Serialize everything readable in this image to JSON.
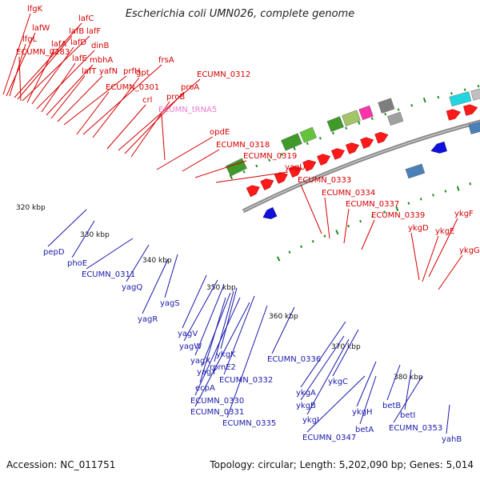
{
  "title": "Escherichia coli UMN026, complete genome",
  "footer": {
    "accession": "Accession: NC_011751",
    "summary": "Topology: circular; Length: 5,202,090 bp; Genes: 5,014"
  },
  "colors": {
    "forward_label": "#d40000",
    "reverse_label": "#1a1aaa",
    "rna_label": "#e87ad0",
    "forward_gene": "#ff1a1a",
    "reverse_gene": "#1010dd",
    "tick_mark": "#1f8c1f",
    "backbone": "#8a8a8a"
  },
  "scale_labels": [
    "320 kbp",
    "330 kbp",
    "340 kbp",
    "350 kbp",
    "360 kbp",
    "370 kbp",
    "380 kbp"
  ],
  "forward_labels": [
    "lfgK",
    "lafW",
    "lafC",
    "lfgL",
    "lafB",
    "lafF",
    "ECUMN_0283",
    "lafA",
    "lafD",
    "dinB",
    "lafE",
    "mbhA",
    "lafT",
    "yafN",
    "prfH",
    "frsA",
    "gpt",
    "ECUMN_0312",
    "ECUMN_0301",
    "proA",
    "crl",
    "proB",
    "ECUMN_tRNA5",
    "opdE",
    "ECUMN_0318",
    "ECUMN_0319",
    "yagU",
    "ECUMN_0333",
    "ECUMN_0334",
    "ECUMN_0337",
    "ECUMN_0339",
    "ykgF",
    "ykgD",
    "ykgE",
    "ykgG"
  ],
  "reverse_labels": [
    "pepD",
    "phoE",
    "ECUMN_0311",
    "yagQ",
    "yagS",
    "yagR",
    "yagV",
    "yagW",
    "yagX",
    "ykgK",
    "rpmE2",
    "yagY",
    "ECUMN_0332",
    "ecpA",
    "ECUMN_0330",
    "ECUMN_0331",
    "ECUMN_0335",
    "ECUMN_0336",
    "ykgA",
    "ykgC",
    "ykgB",
    "ykgI",
    "ykgH",
    "betB",
    "betI",
    "ECUMN_0353",
    "betA",
    "ECUMN_0347",
    "yahB"
  ]
}
